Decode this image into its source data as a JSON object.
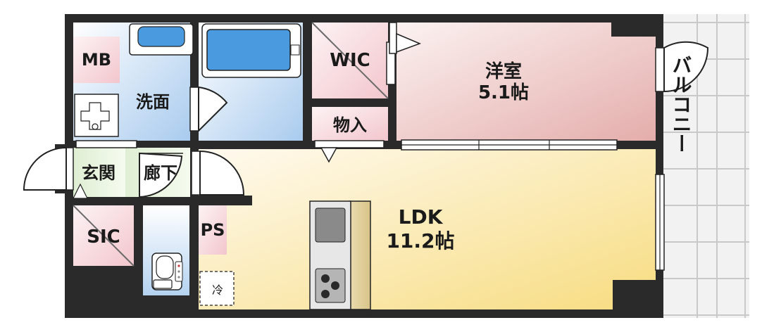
{
  "rooms": {
    "mb": "MB",
    "senmen": "洗面",
    "wic": "WIC",
    "youshitsu": "洋室",
    "youshitsu_size": "5.1帖",
    "monoire": "物入",
    "genkan": "玄関",
    "rouka": "廊下",
    "sic": "SIC",
    "ps": "PS",
    "ldk": "LDK",
    "ldk_size": "11.2帖",
    "rei": "冷",
    "balcony": "バルコニー"
  },
  "colors": {
    "wall": "#2a2a2a",
    "wet_area": "#b8d4ef",
    "storage": "#f6d9de",
    "youshitsu": "#ecc4c3",
    "ldk": "#f9e49a",
    "corridor": "#e8f4dc"
  }
}
